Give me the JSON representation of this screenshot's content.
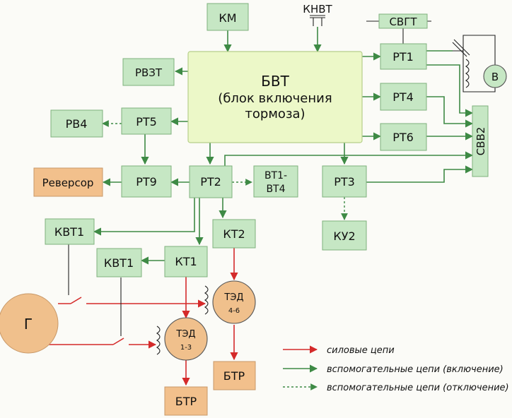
{
  "blocks": {
    "km": "КМ",
    "knvt": "КНВТ",
    "svgt": "СВГТ",
    "bvt_line1": "БВТ",
    "bvt_line2": "(блок включения",
    "bvt_line3": "тормоза)",
    "rvzt": "РВЗТ",
    "rt1": "РТ1",
    "rt4": "РТ4",
    "rt6": "РТ6",
    "rt5": "РТ5",
    "rv4": "РВ4",
    "rt9": "РТ9",
    "rt2": "РТ2",
    "vt1_line1": "ВТ1-",
    "vt1_line2": "ВТ4",
    "rt3": "РТ3",
    "ku2": "КУ2",
    "svv2": "СВВ2",
    "reversor": "Реверсор",
    "kvt1_top": "КВТ1",
    "kt2": "КТ2",
    "kvt1_mid": "КВТ1",
    "kt1": "КТ1",
    "g": "Г",
    "v": "В",
    "ted46_name": "ТЭД",
    "ted46_num": "4-6",
    "ted13_name": "ТЭД",
    "ted13_num": "1-3",
    "btr_right": "БТР",
    "btr_left": "БТР"
  },
  "legend": {
    "power": "силовые цепи",
    "aux_on": "вспомогательные цепи (включение)",
    "aux_off": "вспомогательные цепи (отключение)"
  },
  "colors": {
    "green_line": "#3e8a45",
    "red_line": "#d42a2a",
    "block_green": "#c6e7c4",
    "block_main": "#ecf8c8",
    "block_orange": "#f2c08c"
  }
}
